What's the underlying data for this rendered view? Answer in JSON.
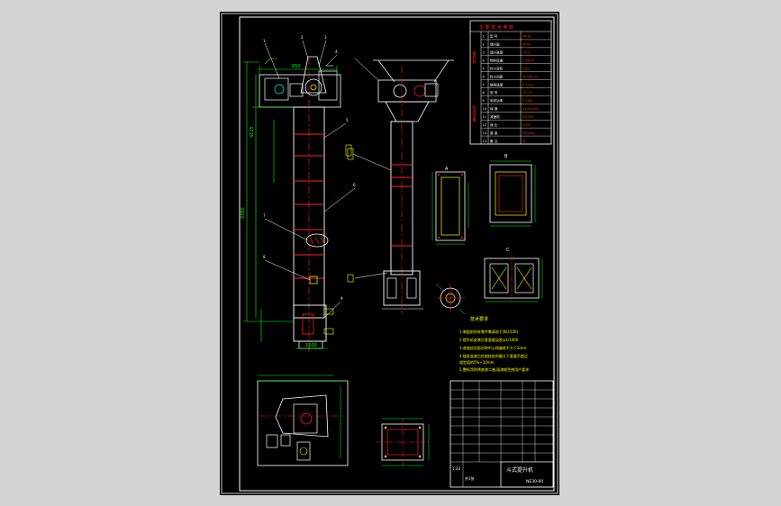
{
  "window": {
    "background": "#d4d4d4"
  },
  "drawing": {
    "sheet_color": "#000000",
    "colors": {
      "frame": "#ffffff",
      "outline": "#ffffff",
      "dimension": "#00ff00",
      "center": "#ff2020",
      "hatch": "#ffff00",
      "leader": "#ffffff",
      "accent": "#00ffff"
    },
    "main_dims": {
      "height": "2350",
      "overall": "4125",
      "bottom": "1500",
      "top": "650"
    },
    "section_labels": {
      "a": "A",
      "b": "B",
      "c": "C"
    },
    "tech_req_title": "技术要求",
    "tech_req_lines": [
      "1.装配前所有零件需清洗干净(1500)",
      "2.提升机安装后垂直度误差≤1/1000",
      "3.各链轮齿面对称中心线偏差不大于2mm",
      "4.链条张紧后在链轮处的最大下垂量不超过",
      "  规定值的5%~10mm",
      "5.整机涂防锈底漆二遍,面漆颜色按用户要求"
    ],
    "top_table": {
      "header": "主 要 技 术 参 数",
      "side_labels": [
        "提升机",
        "驱动装置"
      ],
      "rows": [
        [
          "1",
          "型 号",
          "NE30"
        ],
        [
          "2",
          "提升量",
          "30t/h"
        ],
        [
          "3",
          "提升高度",
          "12m"
        ],
        [
          "4",
          "物料容重",
          "1.6t/m³"
        ],
        [
          "5",
          "料斗容积",
          "3.8L"
        ],
        [
          "6",
          "料斗间距",
          "304.8mm"
        ],
        [
          "7",
          "链条速度",
          "0.5m/s"
        ],
        [
          "8",
          "型 号",
          "YZ7.5"
        ],
        [
          "9",
          "电机功率",
          "7.5kW"
        ],
        [
          "10",
          "转 速",
          "1450r/min"
        ],
        [
          "11",
          "减速机",
          "ZQ350"
        ],
        [
          "12",
          "速 比",
          "1:40"
        ],
        [
          "13",
          "重 量",
          "2600kg"
        ],
        [
          "14",
          "备 注",
          "无"
        ]
      ]
    },
    "title_block": {
      "title": "斗式提升机",
      "drawing_no": "NE30-00",
      "scale": "1:20",
      "sheet": "共1张"
    }
  }
}
